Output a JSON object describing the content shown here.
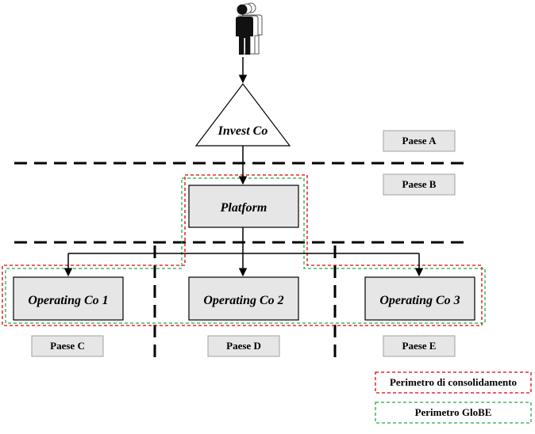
{
  "nodes": {
    "invest_co": "Invest Co",
    "platform": "Platform",
    "operating_co_1": "Operating Co 1",
    "operating_co_2": "Operating Co 2",
    "operating_co_3": "Operating Co 3"
  },
  "country_tags": {
    "paese_a": "Paese A",
    "paese_b": "Paese B",
    "paese_c": "Paese C",
    "paese_d": "Paese D",
    "paese_e": "Paese E"
  },
  "legend": {
    "consolidation": "Perimetro di consolidamento",
    "globe": "Perimetro GloBE"
  },
  "colors": {
    "consolidation_border": "#e00000",
    "globe_border": "#22aa44",
    "box_fill": "#e6e6e6",
    "tag_fill": "#e6e6e6"
  },
  "icons": {
    "shareholders": "people-icon"
  }
}
